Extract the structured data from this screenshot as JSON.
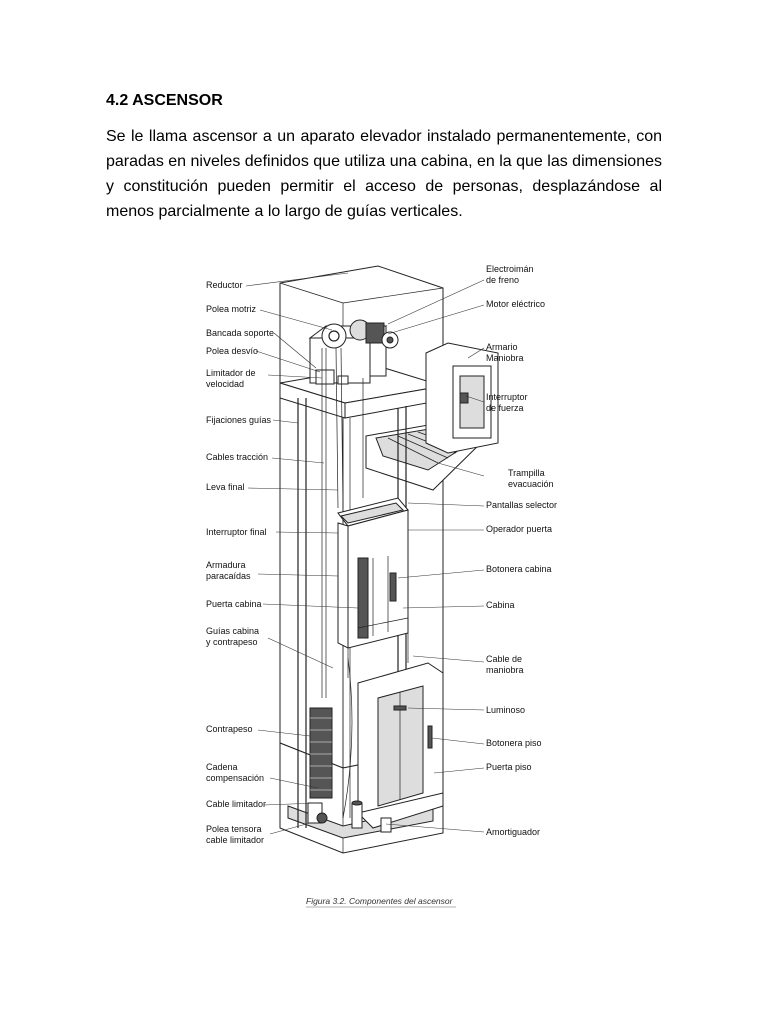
{
  "section": {
    "heading": "4.2 ASCENSOR",
    "paragraph": "Se le llama ascensor a un aparato elevador instalado permanentemente, con paradas en niveles definidos que utiliza una cabina, en la que las dimensiones y constitución pueden permitir el acceso de personas, desplazándose al menos parcialmente a lo largo de guías verticales."
  },
  "figure": {
    "caption": "Figura 3.2. Componentes del ascensor",
    "labels_left": [
      "Reductor",
      "Polea motriz",
      "Bancada soporte",
      "Polea desvío",
      [
        "Limitador de",
        "velocidad"
      ],
      "Fijaciones guías",
      "Cables tracción",
      "Leva final",
      "Interruptor final",
      [
        "Armadura",
        "paracaídas"
      ],
      "Puerta cabina",
      [
        "Guías cabina",
        "y contrapeso"
      ],
      "Contrapeso",
      [
        "Cadena",
        "compensación"
      ],
      "Cable limitador",
      [
        "Polea tensora",
        "cable limitador"
      ]
    ],
    "labels_right": [
      [
        "Electroimán",
        "de freno"
      ],
      "Motor eléctrico",
      [
        "Armario",
        "Maniobra"
      ],
      [
        "Interruptor",
        "de fuerza"
      ],
      [
        "Trampilla",
        "evacuación"
      ],
      "Pantallas selector",
      "Operador puerta",
      "Botonera cabina",
      "Cabina",
      [
        "Cable de",
        "maniobra"
      ],
      "Luminoso",
      "Botonera piso",
      "Puerta piso",
      "Amortiguador"
    ]
  }
}
